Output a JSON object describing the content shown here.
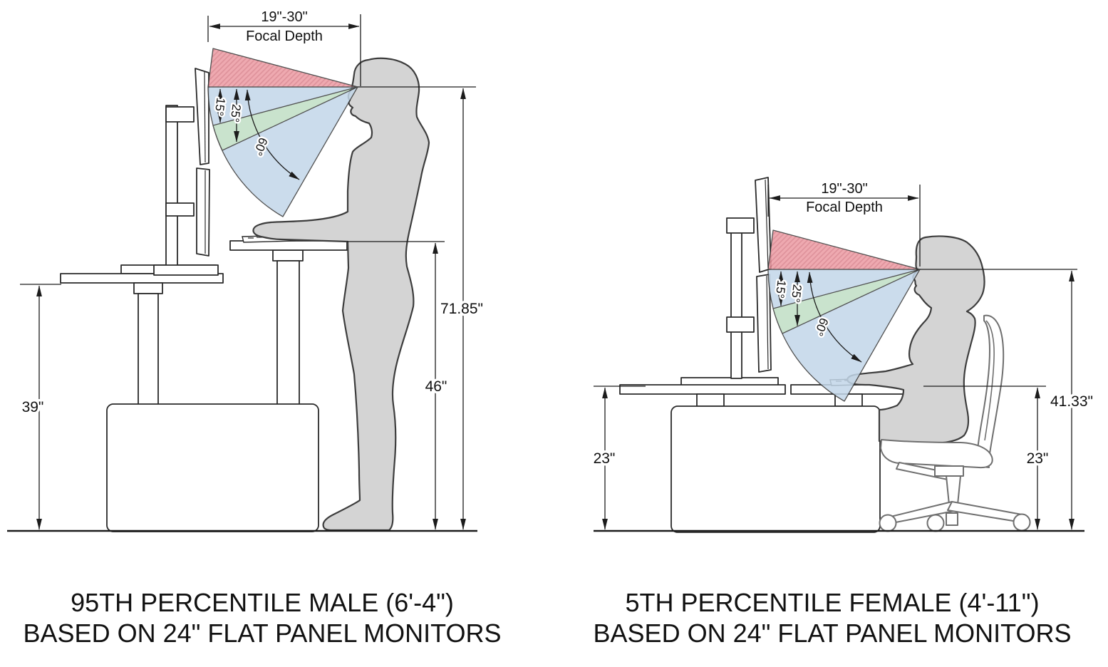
{
  "colors": {
    "zone_above_eye_red": "#ec9ba3",
    "zone_hatch_red": "#d97f8a",
    "zone_primary_blue": "#c3d7e9",
    "zone_optimal_green": "#c0dfc5",
    "figure_gray": "#d4d4d4",
    "line_black": "#1c1c1c"
  },
  "standing": {
    "focal_depth_value": "19\"-30\"",
    "focal_depth_label": "Focal Depth",
    "angle_15": "15°",
    "angle_25": "25°",
    "angle_60": "60°",
    "eye_height": "71.85\"",
    "keyboard_surface_height": "46\"",
    "monitor_surface_height": "39\"",
    "caption_line1": "95TH PERCENTILE MALE (6'-4\")",
    "caption_line2": "BASED ON 24\" FLAT PANEL MONITORS"
  },
  "seated": {
    "focal_depth_value": "19\"-30\"",
    "focal_depth_label": "Focal Depth",
    "angle_15": "15°",
    "angle_25": "25°",
    "angle_60": "60°",
    "eye_height": "41.33\"",
    "worksurface_height_left": "23\"",
    "worksurface_height_right": "23\"",
    "caption_line1": "5TH PERCENTILE FEMALE (4'-11\")",
    "caption_line2": "BASED ON 24\" FLAT PANEL MONITORS"
  }
}
